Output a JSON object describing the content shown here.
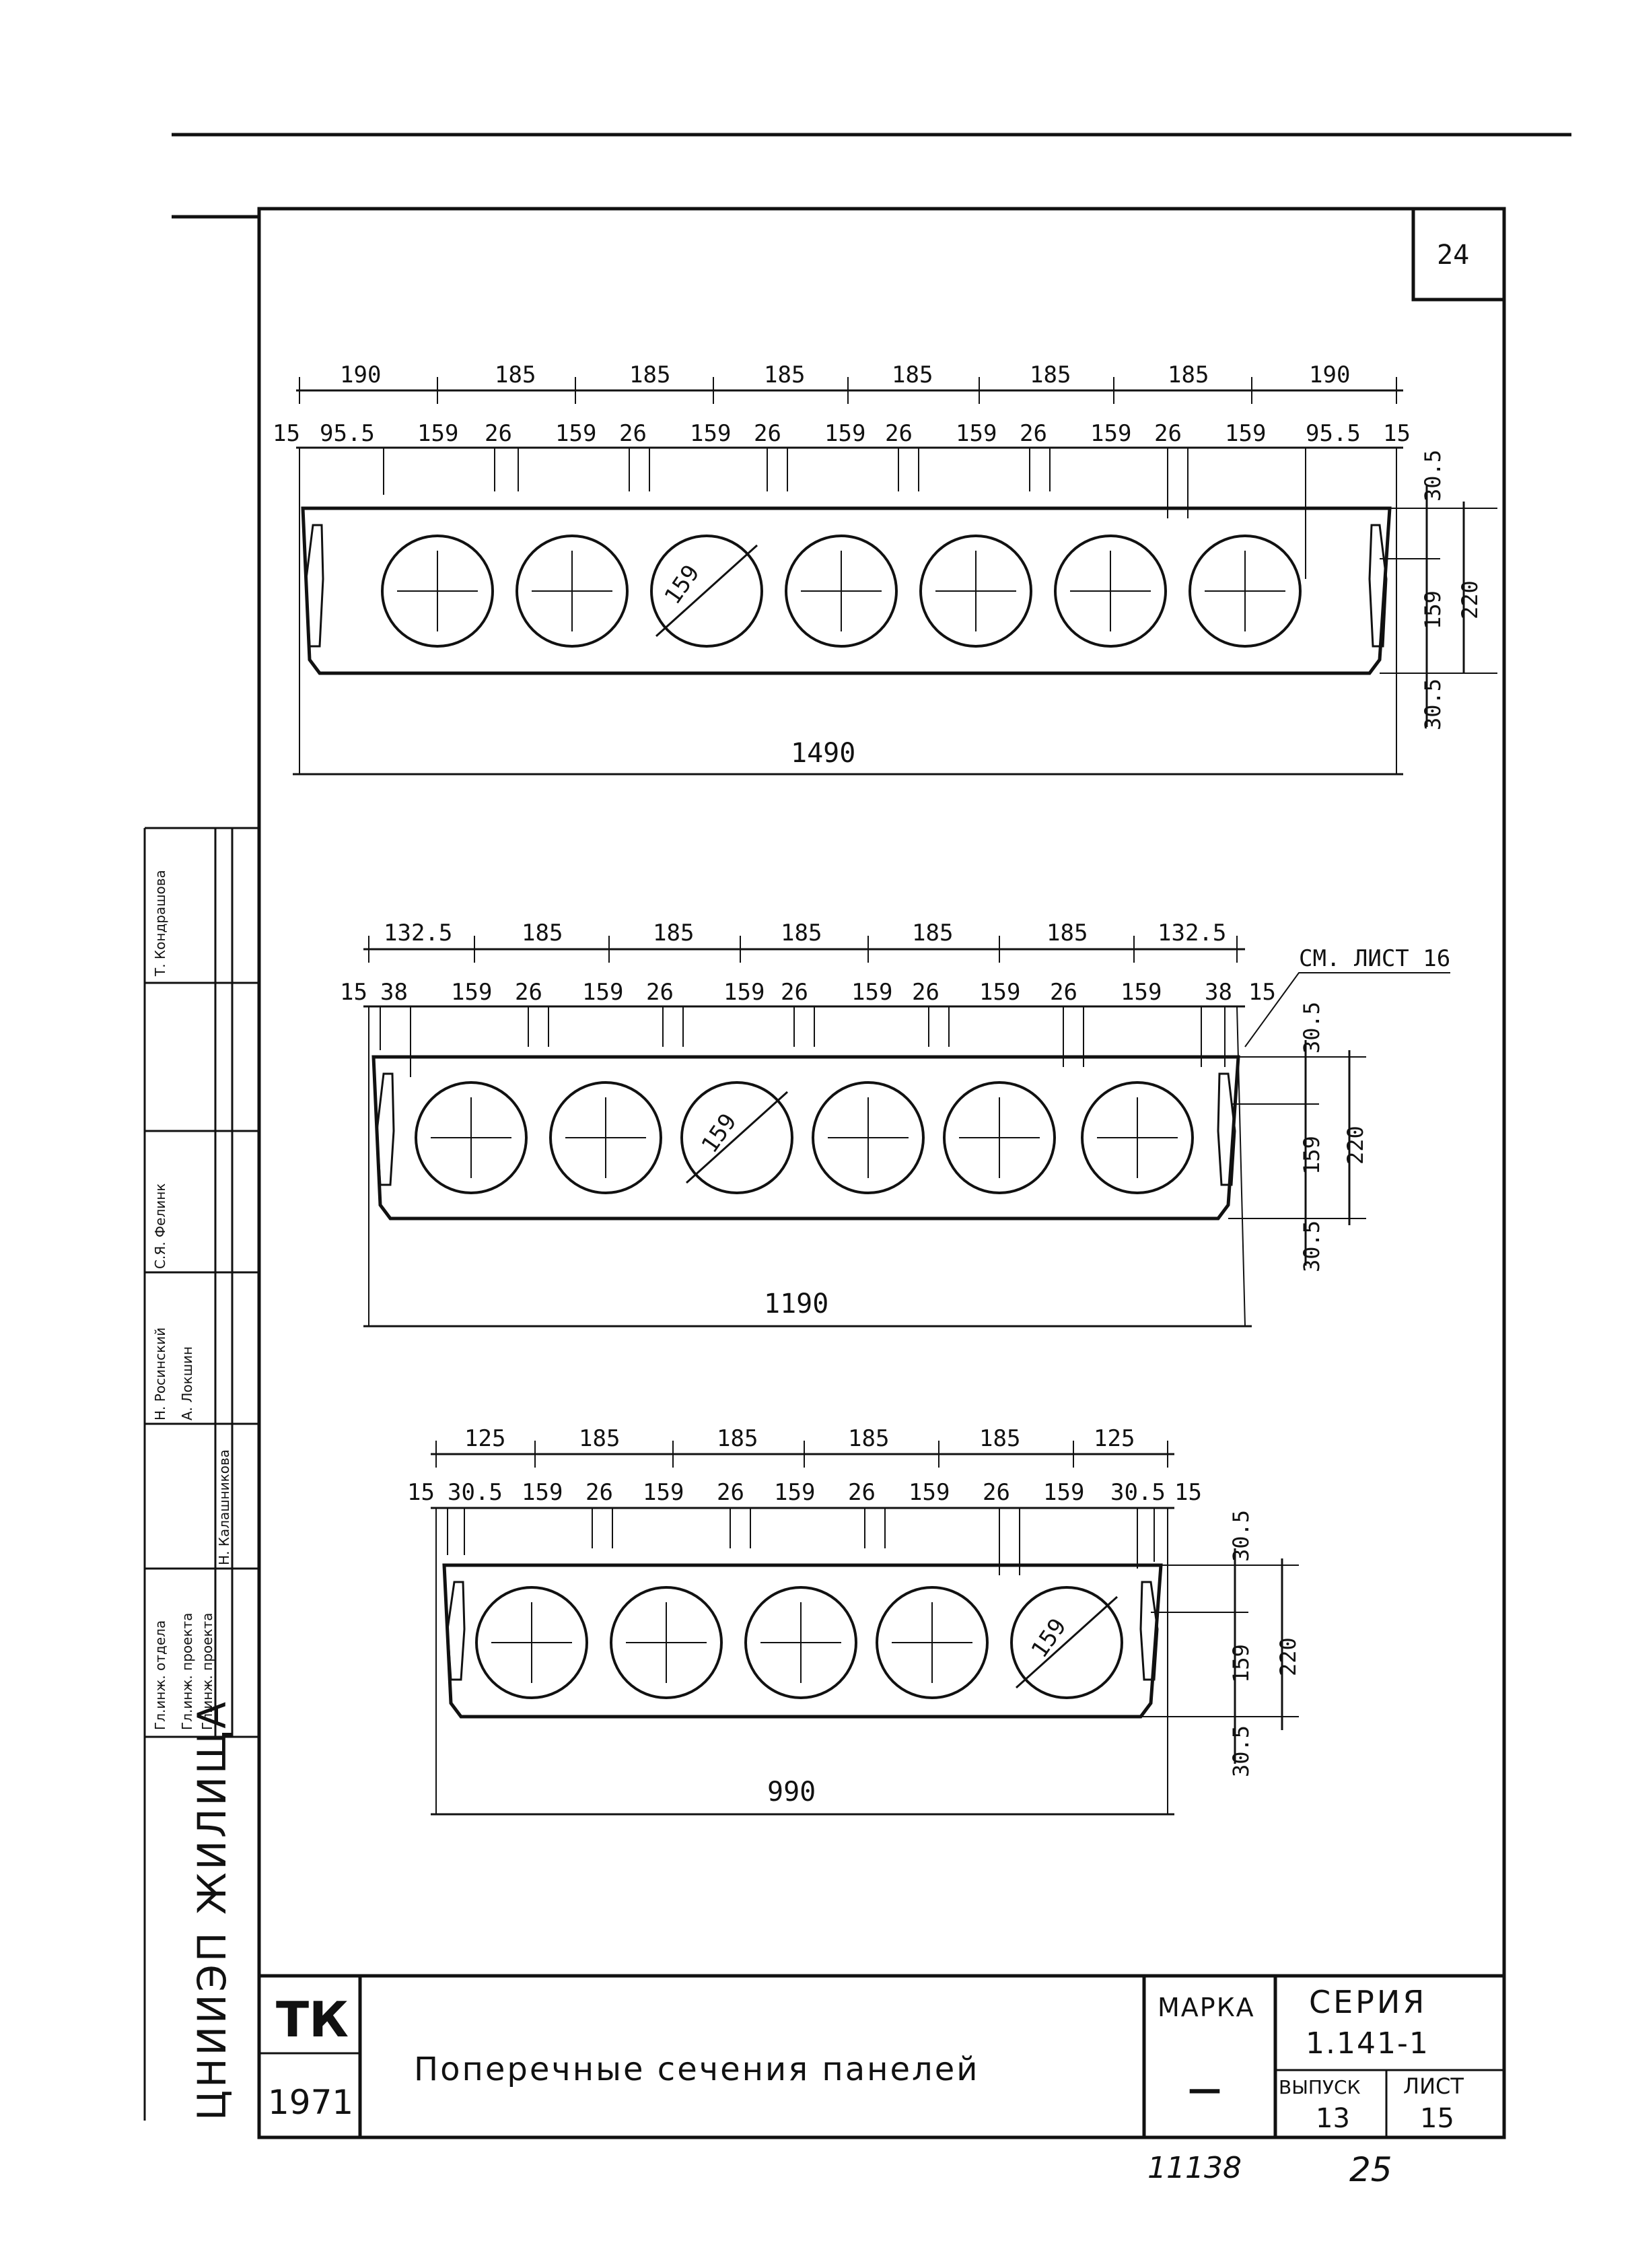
{
  "sheet_number": "24",
  "note_see_sheet": "СМ. ЛИСТ 16",
  "panels": [
    {
      "top_dims": [
        "190",
        "185",
        "185",
        "185",
        "185",
        "185",
        "185",
        "190"
      ],
      "second_dims": [
        "15",
        "95.5",
        "159",
        "26",
        "159",
        "26",
        "159",
        "26",
        "159",
        "26",
        "159",
        "26",
        "159",
        "26",
        "159",
        "95.5",
        "15"
      ],
      "side_dims": [
        "30.5",
        "159",
        "220",
        "30.5"
      ],
      "hole_label": "159",
      "hole_count": 7,
      "total": "1490"
    },
    {
      "top_dims": [
        "132.5",
        "185",
        "185",
        "185",
        "185",
        "185",
        "132.5"
      ],
      "second_dims": [
        "15",
        "38",
        "159",
        "26",
        "159",
        "26",
        "159",
        "26",
        "159",
        "26",
        "159",
        "26",
        "159",
        "38",
        "15"
      ],
      "side_dims": [
        "30.5",
        "159",
        "220",
        "30.5"
      ],
      "hole_label": "159",
      "hole_count": 6,
      "total": "1190"
    },
    {
      "top_dims": [
        "125",
        "185",
        "185",
        "185",
        "185",
        "125"
      ],
      "second_dims": [
        "15",
        "30.5",
        "159",
        "26",
        "159",
        "26",
        "159",
        "26",
        "159",
        "26",
        "159",
        "30.5",
        "15"
      ],
      "side_dims": [
        "30.5",
        "159",
        "220",
        "30.5"
      ],
      "hole_label": "159",
      "hole_count": 5,
      "total": "990"
    }
  ],
  "stamp_side": {
    "org": "ЦНИИЭП ЖИЛИЩА",
    "rows": [
      {
        "role": "Гл.инж. отдела",
        "name": "Н. Росинский"
      },
      {
        "role": "Гл.инж. проекта",
        "name": "А. Локшин"
      },
      {
        "role": "Гл.инж. проекта",
        "name": "Н. Калашникова"
      },
      {
        "role": "",
        "name": "С.Я. Фелинк"
      },
      {
        "role": "",
        "name": "Т. Кондрашова"
      }
    ]
  },
  "title_block": {
    "code": "ТК",
    "year": "1971",
    "title": "Поперечные сечения панелей",
    "marka_label": "МАРКА",
    "marka_value": "—",
    "series_label": "СЕРИЯ",
    "series_value": "1.141-1",
    "issue_label": "ВЫПУСК",
    "issue_value": "13",
    "sheet_label": "ЛИСТ",
    "sheet_value": "15"
  },
  "footer": {
    "inventory": "11138",
    "page": "25"
  }
}
